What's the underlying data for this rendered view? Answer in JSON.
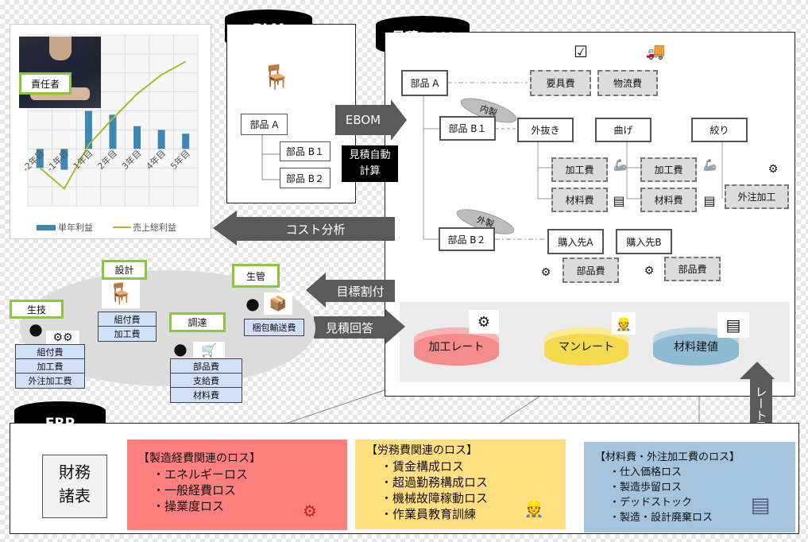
{
  "chart_panel": {
    "role_label": "責任者"
  },
  "chart_data": {
    "type": "bar+line",
    "categories": [
      "-2年目",
      "-1年目",
      "1年目",
      "2年目",
      "3年目",
      "4年目",
      "5年目"
    ],
    "series": [
      {
        "name": "単年利益",
        "type": "bar",
        "values": [
          -1.0,
          -1.1,
          2.0,
          1.8,
          1.2,
          1.0,
          0.8
        ],
        "color": "#3d87b3"
      },
      {
        "name": "売上総利益",
        "type": "line",
        "values": [
          -1.0,
          -2.1,
          0.2,
          1.6,
          2.9,
          3.9,
          4.6
        ],
        "color": "#a5be2a"
      }
    ],
    "ylim": [
      -3,
      6
    ],
    "grid": true,
    "legend": "bottom",
    "title": "",
    "xlabel": "",
    "ylabel": ""
  },
  "plm": {
    "title": "PLM",
    "part_a": "部品 A",
    "part_b1": "部品 B１",
    "part_b2": "部品 B２"
  },
  "arrows": {
    "ebom": "EBOM",
    "auto_calc": "見積自動\n計算",
    "cost_analysis": "コスト分析",
    "target": "目標割付",
    "answer": "見積回答",
    "rate_review": "レート見直"
  },
  "bom": {
    "title": "見積BOM",
    "part_a": "部品 A",
    "tooling": "要具費",
    "logistics": "物流費",
    "in_house": "内製",
    "part_b1": "部品 B１",
    "process1": "外抜き",
    "process2": "曲げ",
    "process3": "絞り",
    "processing_cost": "加工費",
    "material_cost": "材料費",
    "outsourcing": "外注加工",
    "outsourced": "外製",
    "part_b2": "部品 B２",
    "supplier_a": "購入先A",
    "supplier_b": "購入先B",
    "parts_cost": "部品費",
    "rates": [
      "加工レート",
      "マンレート",
      "材料建値"
    ]
  },
  "departments": {
    "design": {
      "label": "設計",
      "items": [
        "組付費",
        "加工費"
      ]
    },
    "production_eng": {
      "label": "生技",
      "items": [
        "組付費",
        "加工費",
        "外注加工費"
      ]
    },
    "procurement": {
      "label": "調達",
      "items": [
        "部品費",
        "支給費",
        "材料費"
      ]
    },
    "production_ctrl": {
      "label": "生管",
      "items": [
        "梱包輸送費"
      ]
    }
  },
  "erp": {
    "title": "ERP",
    "statement": "財務\n諸表",
    "losses": [
      {
        "title": "【製造経費関連のロス】",
        "items": [
          "・エネルギーロス",
          "・一般経費ロス",
          "・操業度ロス"
        ],
        "color": "#ff7f7f"
      },
      {
        "title": "【労務費関連のロス】",
        "items": [
          "・賃金構成ロス",
          "・超過勤務構成ロス",
          "・機械故障稼動ロス",
          "・作業員教育訓練"
        ],
        "color": "#ffdf80"
      },
      {
        "title": "【材料費・外注加工費のロス】",
        "items": [
          "・仕入価格ロス",
          "・製造歩留ロス",
          "・デッドストック",
          "・製造・設計廃棄ロス"
        ],
        "color": "#a3c4dc"
      }
    ]
  }
}
